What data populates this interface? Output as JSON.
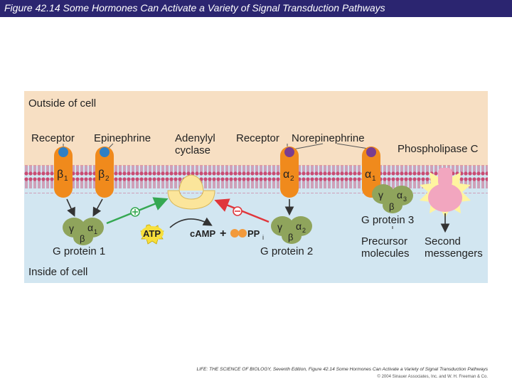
{
  "slide_title": "Figure 42.14  Some Hormones Can Activate a Variety of Signal Transduction Pathways",
  "labels": {
    "outside": "Outside of cell",
    "inside": "Inside of cell",
    "receptor1": "Receptor",
    "epinephrine": "Epinephrine",
    "adenylyl1": "Adenylyl",
    "adenylyl2": "cyclase",
    "receptor2": "Receptor",
    "norepinephrine": "Norepinephrine",
    "phospholipase": "Phospholipase C",
    "b1": "β",
    "b1sub": "1",
    "b2": "β",
    "b2sub": "2",
    "a2": "α",
    "a2sub": "2",
    "a1": "α",
    "a1sub": "1",
    "gp1_gamma": "γ",
    "gp1_alpha": "α",
    "gp1_alpha_sub": "1",
    "gp1_beta": "β",
    "gp2_gamma": "γ",
    "gp2_alpha": "α",
    "gp2_alpha_sub": "2",
    "gp2_beta": "β",
    "gp3_gamma": "γ",
    "gp3_alpha": "α",
    "gp3_alpha_sub": "3",
    "gp3_beta": "β",
    "gprotein1": "G protein 1",
    "gprotein2": "G protein 2",
    "gprotein3": "G protein 3",
    "atp": "ATP",
    "camp": "cAMP",
    "plus": "+",
    "ppi": "PP",
    "ppi_sub": "i",
    "precursor1": "Precursor",
    "precursor2": "molecules",
    "second1": "Second",
    "second2": "messengers"
  },
  "credit": {
    "line1": "LIFE: THE SCIENCE OF BIOLOGY, Seventh Edition, Figure 42.14 Some Hormones Can Activate a Variety of Signal Transduction Pathways",
    "line2": "© 2004 Sinauer Associates, Inc. and W. H. Freeman & Co."
  },
  "colors": {
    "outside_bg": "#f7dfc3",
    "inside_bg": "#d2e6f1",
    "receptor": "#f08a1c",
    "gprotein": "#8fa45c",
    "enzyme": "#fbe59b",
    "phospholipase": "#f2a6bf",
    "stimulate_arrow": "#35a852",
    "inhibit_arrow": "#e0363b",
    "epinephrine_ligand": "#2f7fc4",
    "norepinephrine_ligand": "#7a3d8f",
    "membrane": "#c94b73"
  }
}
